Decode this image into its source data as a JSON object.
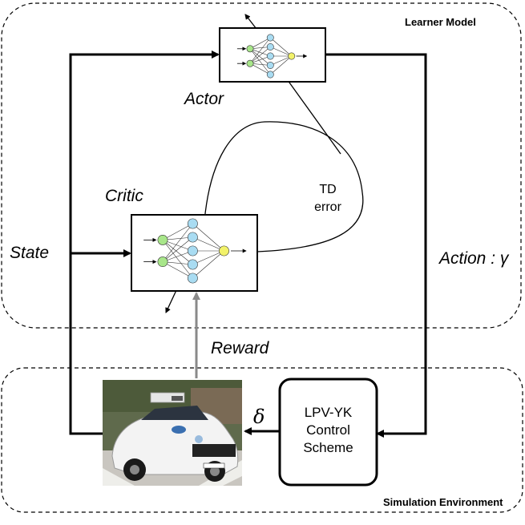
{
  "regions": {
    "learner_model": "Learner Model",
    "simulation_environment": "Simulation Environment"
  },
  "blocks": {
    "actor": "Actor",
    "critic": "Critic",
    "td_error_line1": "TD",
    "td_error_line2": "error",
    "controller_line1": "LPV-YK",
    "controller_line2": "Control",
    "controller_line3": "Scheme"
  },
  "signals": {
    "state": "State",
    "action": "Action : γ",
    "reward": "Reward",
    "delta": "δ"
  },
  "icons": {
    "vehicle": "autonomous-car-photo",
    "network": "neural-network-icon"
  },
  "colors": {
    "input_node": "#a8e68a",
    "hidden_node": "#a9dcf2",
    "output_node": "#f2f26a",
    "reward_arrow": "#8a8a8a",
    "line": "#000000"
  }
}
